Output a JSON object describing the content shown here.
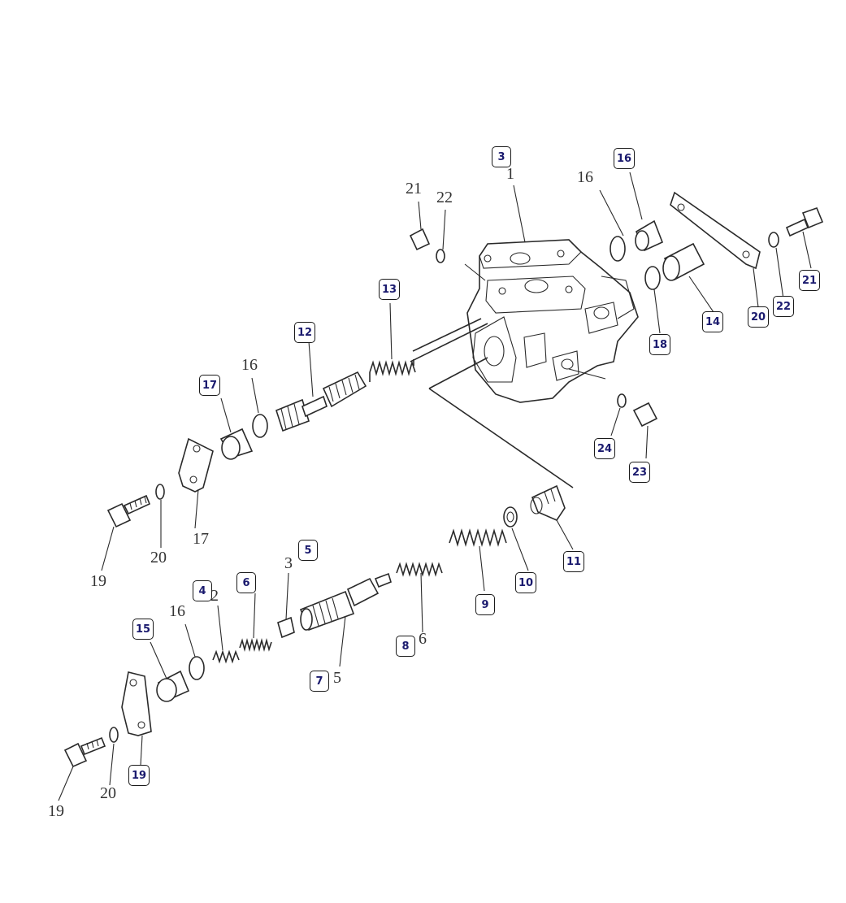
{
  "diagram": {
    "callouts": [
      "3",
      "16",
      "21",
      "13",
      "22",
      "20",
      "14",
      "12",
      "18",
      "17",
      "24",
      "23",
      "5",
      "11",
      "10",
      "6",
      "4",
      "9",
      "15",
      "8",
      "7",
      "19"
    ],
    "drawing_numbers": [
      "1",
      "16",
      "21",
      "22",
      "16",
      "17",
      "19",
      "20",
      "3",
      "2",
      "16",
      "6",
      "5",
      "19",
      "20"
    ]
  },
  "colors": {
    "line": "#2a2a2a",
    "callout_text": "#1a1a6e",
    "callout_border": "#1a1a1a",
    "background": "#ffffff"
  }
}
